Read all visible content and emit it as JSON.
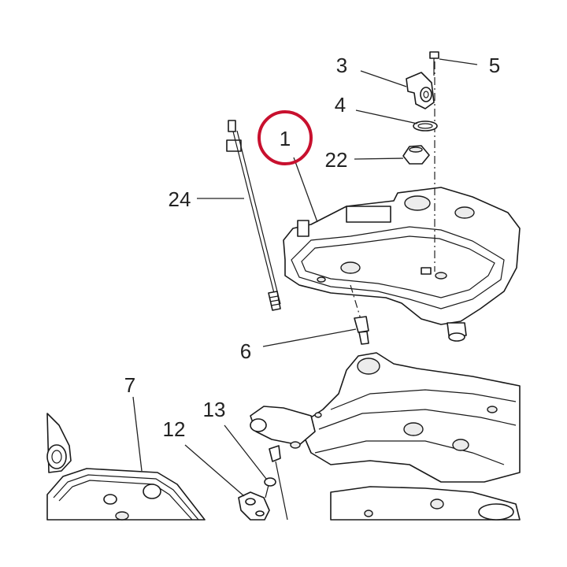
{
  "colors": {
    "highlight_ring": "#c8102e",
    "line_art": "#1a1a1a",
    "background": "#ffffff"
  },
  "callouts": [
    {
      "id": "1",
      "label": "1",
      "highlighted": true
    },
    {
      "id": "3",
      "label": "3"
    },
    {
      "id": "4",
      "label": "4"
    },
    {
      "id": "5",
      "label": "5"
    },
    {
      "id": "22",
      "label": "22"
    },
    {
      "id": "24",
      "label": "24"
    },
    {
      "id": "6",
      "label": "6"
    },
    {
      "id": "7",
      "label": "7"
    },
    {
      "id": "12",
      "label": "12"
    },
    {
      "id": "13",
      "label": "13"
    }
  ]
}
